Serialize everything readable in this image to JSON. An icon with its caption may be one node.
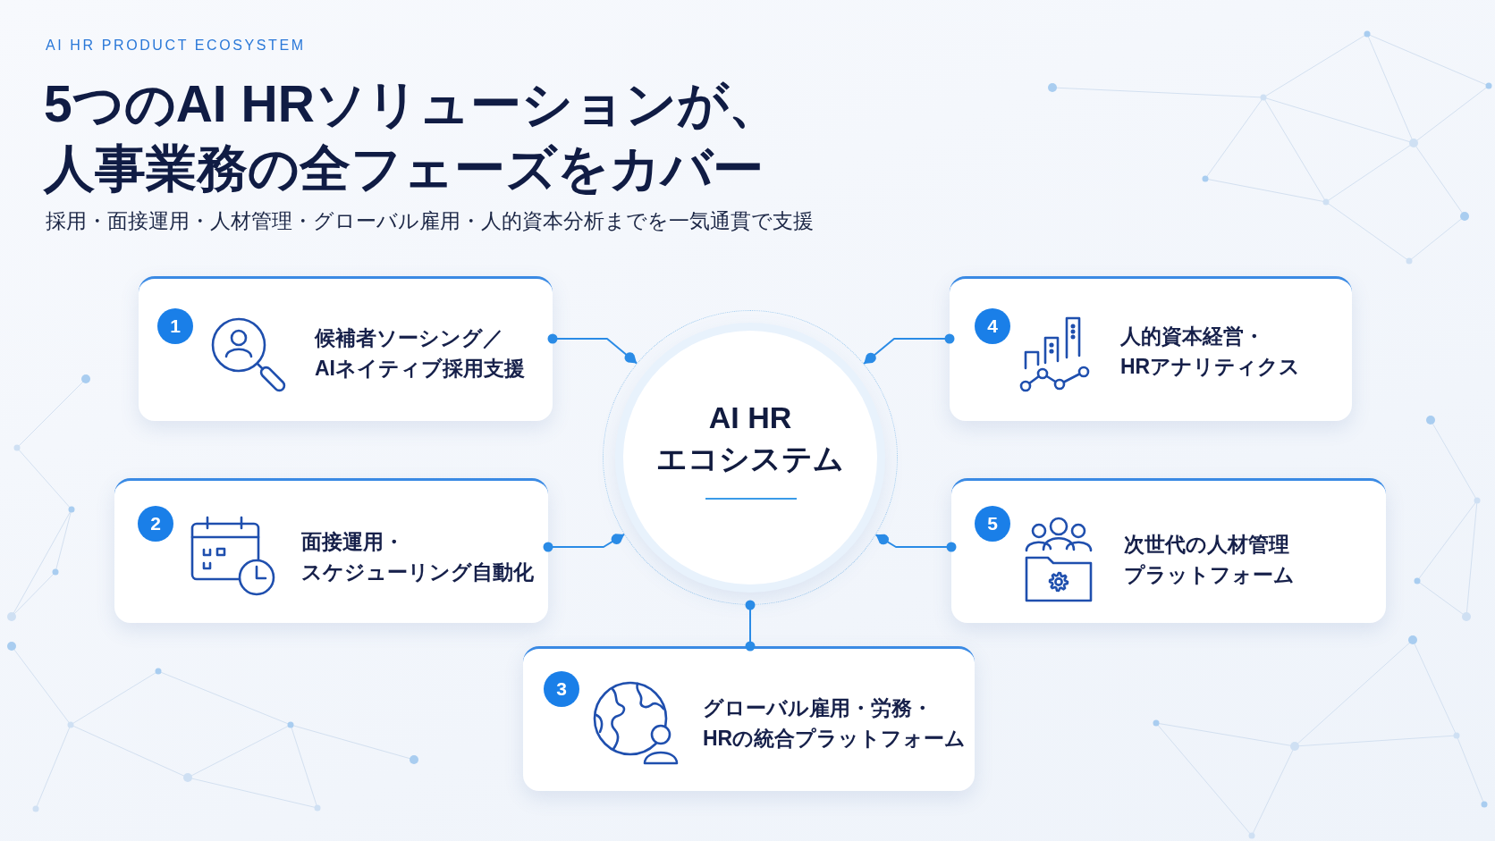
{
  "diagram": {
    "title": "5つのAI HRソリューションが、人事業務の全フェーズをカバー",
    "nodes": [
      {
        "text": [
          "1",
          "候補者ソーシング／AIネイティブ採用支援"
        ]
      },
      {
        "text": [
          "AI HRエコシステム"
        ]
      },
      {
        "text": [
          "4",
          "人的資本経営・HRアナリティクス"
        ]
      },
      {
        "text": [
          "2",
          "面接運用・スケジューリング自動化"
        ]
      },
      {
        "text": [
          "5",
          "次世代の人材管理プラットフォーム"
        ]
      },
      {
        "text": [
          "3",
          "グローバル雇用・労務・HRの統合プラットフォーム"
        ]
      }
    ],
    "edges": [
      {
        "from": 0,
        "to": 1,
        "arrow": "to"
      },
      {
        "from": 2,
        "to": 1,
        "arrow": "to"
      },
      {
        "from": 3,
        "to": 1,
        "arrow": "to"
      },
      {
        "from": 4,
        "to": 1,
        "arrow": "to"
      },
      {
        "from": 5,
        "to": 1,
        "arrow": "other"
      }
    ],
    "labels": [
      "AI HR PRODUCT ECOSYSTEM",
      "採用・面接運用・人材管理・グローバル雇用・人的資本分析までを一気通貫で支援"
    ]
  }
}
